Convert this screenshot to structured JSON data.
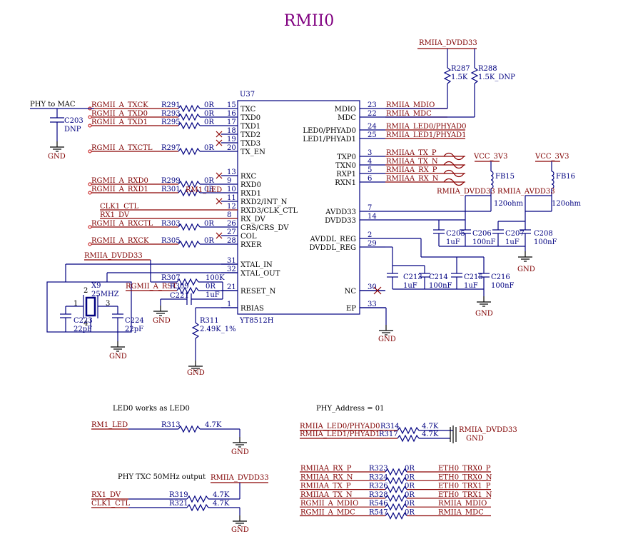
{
  "title": "RMII0",
  "chip": {
    "ref": "U37",
    "part": "YT8512H"
  },
  "left_pins": [
    {
      "num": "15",
      "name": "TXC",
      "net": "RGMII_A_TXCK",
      "res": "R291",
      "val": "0R"
    },
    {
      "num": "16",
      "name": "TXD0",
      "net": "RGMII_A_TXD0",
      "res": "R293",
      "val": "0R"
    },
    {
      "num": "17",
      "name": "TXD1",
      "net": "RGMII_A_TXD1",
      "res": "R295",
      "val": "0R"
    },
    {
      "num": "18",
      "name": "TXD2",
      "net": "",
      "res": "",
      "val": ""
    },
    {
      "num": "19",
      "name": "TXD3",
      "net": "",
      "res": "",
      "val": ""
    },
    {
      "num": "20",
      "name": "TX_EN",
      "net": "RGMII_A_TXCTL",
      "res": "R297",
      "val": "0R"
    },
    {
      "num": "13",
      "name": "RXC",
      "net": "",
      "res": "",
      "val": ""
    },
    {
      "num": "9",
      "name": "RXD0",
      "net": "RGMII_A_RXD0",
      "res": "R299",
      "val": "0R"
    },
    {
      "num": "10",
      "name": "RXD1",
      "net": "RGMII_A_RXD1",
      "res": "R301",
      "val": "0R"
    },
    {
      "num": "11",
      "name": "RXD2/INT_N",
      "net": "",
      "res": "",
      "val": ""
    },
    {
      "num": "12",
      "name": "RXD3/CLK_CTL",
      "net": "CLK1_CTL",
      "res": "",
      "val": ""
    },
    {
      "num": "8",
      "name": "RX_DV",
      "net": "RX1_DV",
      "res": "",
      "val": ""
    },
    {
      "num": "26",
      "name": "CRS/CRS_DV",
      "net": "RGMII_A_RXCTL",
      "res": "R303",
      "val": "0R"
    },
    {
      "num": "27",
      "name": "COL",
      "net": "",
      "res": "",
      "val": ""
    },
    {
      "num": "28",
      "name": "RXER",
      "net": "RGMII_A_RXCK",
      "res": "R305",
      "val": "0R"
    },
    {
      "num": "31",
      "name": "XTAL_IN",
      "net": "",
      "res": "",
      "val": ""
    },
    {
      "num": "32",
      "name": "XTAL_OUT",
      "net": "",
      "res": "",
      "val": ""
    },
    {
      "num": "21",
      "name": "RESET_N",
      "net": "",
      "res": "",
      "val": ""
    },
    {
      "num": "1",
      "name": "RBIAS",
      "net": "",
      "res": "",
      "val": ""
    }
  ],
  "right_pins": [
    {
      "num": "23",
      "name": "MDIO",
      "net": "RMIIA_MDIO"
    },
    {
      "num": "22",
      "name": "MDC",
      "net": "RMIIA_MDC"
    },
    {
      "num": "24",
      "name": "LED0/PHYAD0",
      "net": "RMIIA_LED0/PHYAD0"
    },
    {
      "num": "25",
      "name": "LED1/PHYAD1",
      "net": "RMIIA_LED1/PHYAD1"
    },
    {
      "num": "3",
      "name": "TXP0",
      "net": "RMIIAA_TX_P"
    },
    {
      "num": "4",
      "name": "TXN0",
      "net": "RMIIAA_TX_N"
    },
    {
      "num": "5",
      "name": "RXP1",
      "net": "RMIIAA_RX_P"
    },
    {
      "num": "6",
      "name": "RXN1",
      "net": "RMIIAA_RX_N"
    },
    {
      "num": "7",
      "name": "AVDD33",
      "net": ""
    },
    {
      "num": "14",
      "name": "DVDD33",
      "net": ""
    },
    {
      "num": "2",
      "name": "AVDDL_REG",
      "net": ""
    },
    {
      "num": "29",
      "name": "DVDDL_REG",
      "net": ""
    },
    {
      "num": "30",
      "name": "NC",
      "net": ""
    },
    {
      "num": "33",
      "name": "EP",
      "net": ""
    }
  ],
  "labels": {
    "phy_to_mac": "PHY to MAC",
    "c203": "C203",
    "dnp": "DNP",
    "gnd": "GND",
    "rm1_led_net": "RM1_LED",
    "rmii_dvdd33": "RMIIA_DVDD33",
    "rmii_avdd33": "RMIIA_AVDD33",
    "r287": "R287",
    "r287v": "1.5K",
    "r288": "R288",
    "r288v": "1.5K_DNP",
    "vcc1": "VCC_3V3",
    "vcc2": "VCC_3V3",
    "fb15": "FB15",
    "fb16": "FB16",
    "ohm1": "120ohm",
    "ohm2": "120ohm",
    "c205": "C205",
    "c206": "C206",
    "c207": "C207",
    "c208": "C208",
    "c205v": "1uF",
    "c206v": "100nF",
    "c207v": "1uF",
    "c208v": "100nF",
    "c213": "C213",
    "c214": "C214",
    "c215": "C215",
    "c216": "C216",
    "c213v": "1uF",
    "c214v": "100nF",
    "c215v": "1uF",
    "c216v": "100nF",
    "x9": "X9",
    "x9v": "25MHZ",
    "xp1": "1",
    "xp2": "2",
    "xp3": "3",
    "xp4": "4",
    "c223": "C223",
    "c223v": "22pF",
    "c224": "C224",
    "c224v": "22pF",
    "r307": "R307",
    "r307v": "100K",
    "r309": "R309",
    "r309v": "0R",
    "rst_net": "RGMII_A_RST",
    "c221": "C221",
    "c221v": "1uF",
    "r311": "R311",
    "r311v": "2.49K_1%",
    "led0_note": "LED0 works as LED0",
    "rm1_led": "RM1_LED",
    "r313": "R313",
    "r313v": "4.7K",
    "phy_addr": "PHY_Address = 01",
    "led0_net": "RMIIA_LED0/PHYAD0",
    "r314": "R314",
    "r314v": "4.7K",
    "led1_net": "RMIIA_LED1/PHYAD1",
    "r317": "R317",
    "r317v": "4.7K",
    "rmii_dvdd33_b": "RMIIA_DVDD33",
    "phy_txc": "PHY TXC 50MHz output",
    "rx1_dv": "RX1_DV",
    "r319": "R319",
    "r319v": "4.7K",
    "clk1_ctl": "CLK1_CTL",
    "r321": "R321",
    "r321v": "4.7K",
    "rmii_dvdd33_c": "RMIIA_DVDD33"
  },
  "bottom_table": [
    {
      "net": "RMIIAA_RX_P",
      "res": "R323",
      "val": "0R",
      "out": "ETH0_TRX0_P"
    },
    {
      "net": "RMIIAA_RX_N",
      "res": "R324",
      "val": "0R",
      "out": "ETH0_TRX0_N"
    },
    {
      "net": "RMIIAA_TX_P",
      "res": "R326",
      "val": "0R",
      "out": "ETH0_TRX1_P"
    },
    {
      "net": "RMIIAA_TX_N",
      "res": "R328",
      "val": "0R",
      "out": "ETH0_TRX1_N"
    },
    {
      "net": "RGMII_A_MDIO",
      "res": "R546",
      "val": "0R",
      "out": "RMIIA_MDIO"
    },
    {
      "net": "RGMII_A_MDC",
      "res": "R547",
      "val": "0R",
      "out": "RMIIA_MDC"
    }
  ]
}
